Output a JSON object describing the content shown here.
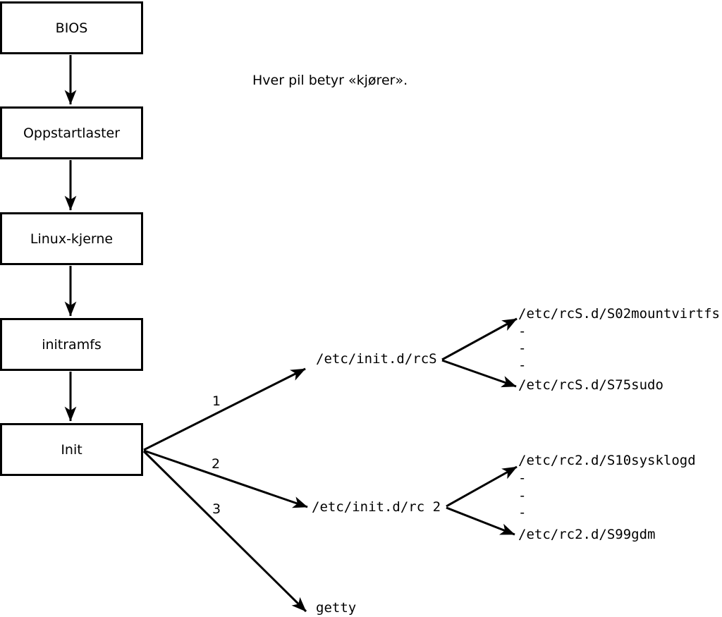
{
  "note": "Hver pil betyr «kjører».",
  "boxes": [
    {
      "label": "BIOS"
    },
    {
      "label": "Oppstartlaster"
    },
    {
      "label": "Linux-kjerne"
    },
    {
      "label": "initramfs"
    },
    {
      "label": "Init"
    }
  ],
  "arrow_labels": {
    "one": "1",
    "two": "2",
    "three": "3"
  },
  "rcS": {
    "script": "/etc/init.d/rcS",
    "targets": [
      "/etc/rcS.d/S02mountvirtfs",
      "-",
      "-",
      "-",
      "/etc/rcS.d/S75sudo"
    ]
  },
  "rc2": {
    "script": "/etc/init.d/rc 2",
    "targets": [
      "/etc/rc2.d/S10sysklogd",
      "-",
      "-",
      "-",
      "/etc/rc2.d/S99gdm"
    ]
  },
  "getty_label": "getty",
  "colors": {
    "line": "#000000",
    "background": "#ffffff"
  }
}
